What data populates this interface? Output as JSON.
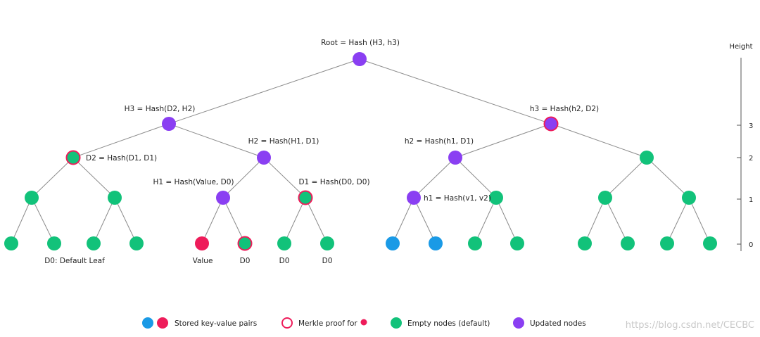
{
  "colors": {
    "updated": "#8a3ff2",
    "empty": "#12c27a",
    "stored_red": "#ee1c5a",
    "stored_blue": "#1a9ae6",
    "proof_ring": "#ee1c5a",
    "edge": "#8c8c8c"
  },
  "labels": {
    "root": "Root = Hash (H3, h3)",
    "H3": "H3 = Hash(D2, H2)",
    "h3": "h3 = Hash(h2, D2)",
    "D2": "D2 = Hash(D1, D1)",
    "H2": "H2 = Hash(H1, D1)",
    "h2": "h2 = Hash(h1, D1)",
    "H1": "H1 = Hash(Value, D0)",
    "D1": "D1 = Hash(D0, D0)",
    "h1": "h1 = Hash(v1, v2)"
  },
  "leaf_labels": {
    "default_leaf": "D0: Default Leaf",
    "value": "Value",
    "d0_a": "D0",
    "d0_b": "D0",
    "d0_c": "D0"
  },
  "axis": {
    "title": "Height",
    "ticks": [
      "3",
      "2",
      "1",
      "0"
    ]
  },
  "legend": {
    "stored": "Stored key-value pairs",
    "proof": "Merkle proof for",
    "empty": "Empty nodes (default)",
    "updated": "Updated nodes"
  },
  "watermark": "https://blog.csdn.net/CECBC"
}
